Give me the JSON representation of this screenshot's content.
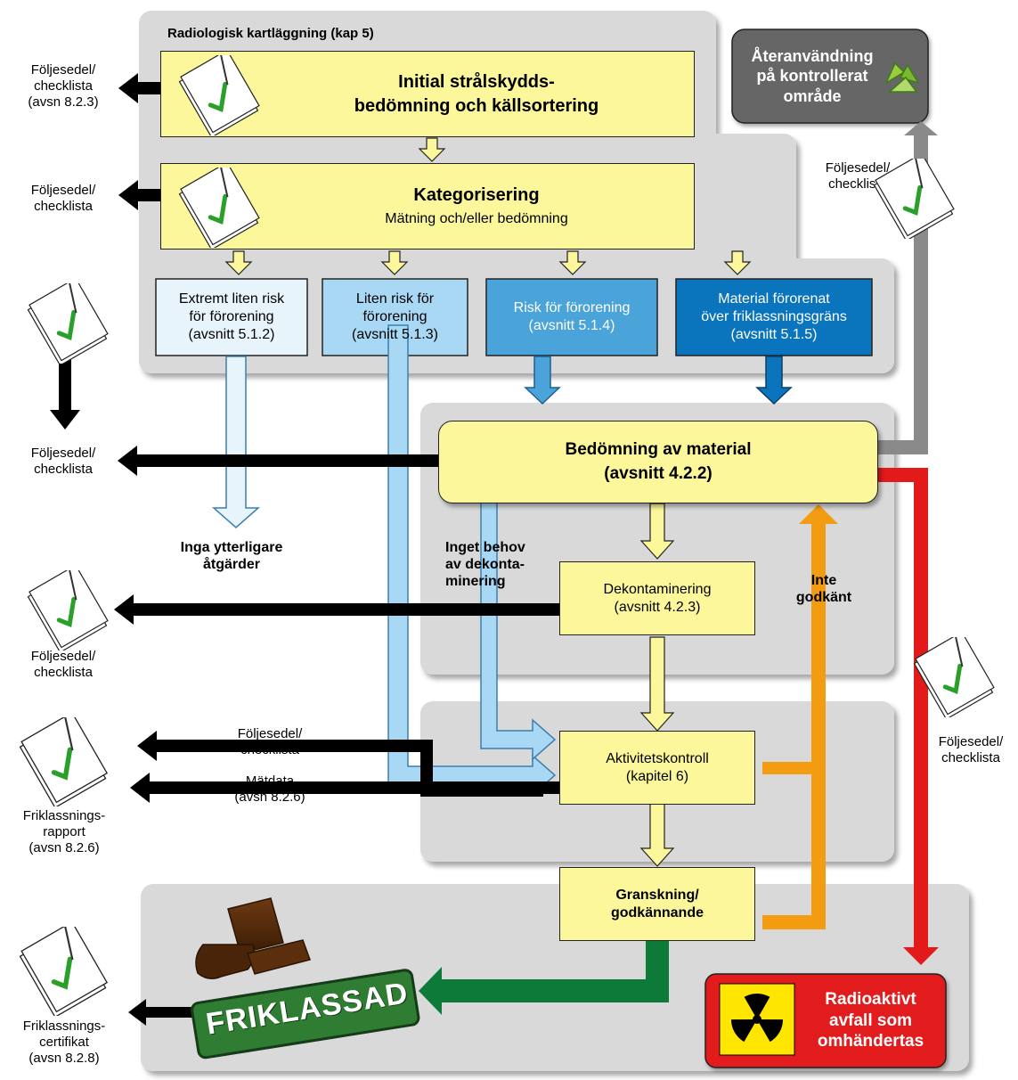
{
  "section_title": "Radiologisk kartläggning (kap 5)",
  "boxes": {
    "initial": "Initial strålskydds-\nbedömning och källsortering",
    "kategorisering_title": "Kategorisering",
    "kategorisering_sub": "Mätning och/eller bedömning",
    "cat1": "Extremt liten risk\nför förorening\n(avsnitt 5.1.2)",
    "cat2": "Liten risk för\nförorening\n(avsnitt 5.1.3)",
    "cat3": "Risk för förorening\n(avsnitt 5.1.4)",
    "cat4": "Material förorenat\növer friklassningsgräns\n(avsnitt 5.1.5)",
    "bedomning": "Bedömning av material\n(avsnitt 4.2.2)",
    "dekontaminering": "Dekontaminering\n(avsnitt 4.2.3)",
    "aktivitetskontroll": "Aktivitetskontroll\n(kapitel 6)",
    "granskning": "Granskning/\ngodkännande",
    "ateranvandning": "Återanvändning\npå kontrollerat\nområde",
    "radioaktivt": "Radioaktivt\navfall som\nomhändertas"
  },
  "labels": {
    "fs_top": "Följesedel/\nchecklista\n(avsn 8.2.3)",
    "fs_kat": "Följesedel/\nchecklista",
    "fs_bedomning": "Följesedel/\nchecklista",
    "fs_dekont": "Följesedel/\nchecklista",
    "fs_akt": "Följesedel/\nchecklista",
    "matdata": "Mätdata\n(avsn 8.2.6)",
    "fs_reuse": "Följesedel/\nchecklista",
    "fs_right": "Följesedel/\nchecklista",
    "inga": "Inga ytterligare\nåtgärder",
    "inget": "Inget behov\nav dekonta-\nminering",
    "inte": "Inte\ngodkänt",
    "rapport": "Friklassnings-\nrapport\n(avsn 8.2.6)",
    "certifikat": "Friklassnings-\ncertifikat\n(avsn 8.2.8)",
    "stamp": "FRIKLASSAD",
    "doc_text": "Följesedel/\nchecklista"
  },
  "colors": {
    "yellow": "#fcf79a",
    "panel": "#d9d9d9",
    "cat1": "#e8f4fc",
    "cat2": "#a9d8f5",
    "cat3": "#4aa3d9",
    "cat4": "#0a74bd",
    "red": "#e21a1a",
    "orange": "#f39c12",
    "green": "#0e7a3a",
    "grey_box": "#666666"
  }
}
